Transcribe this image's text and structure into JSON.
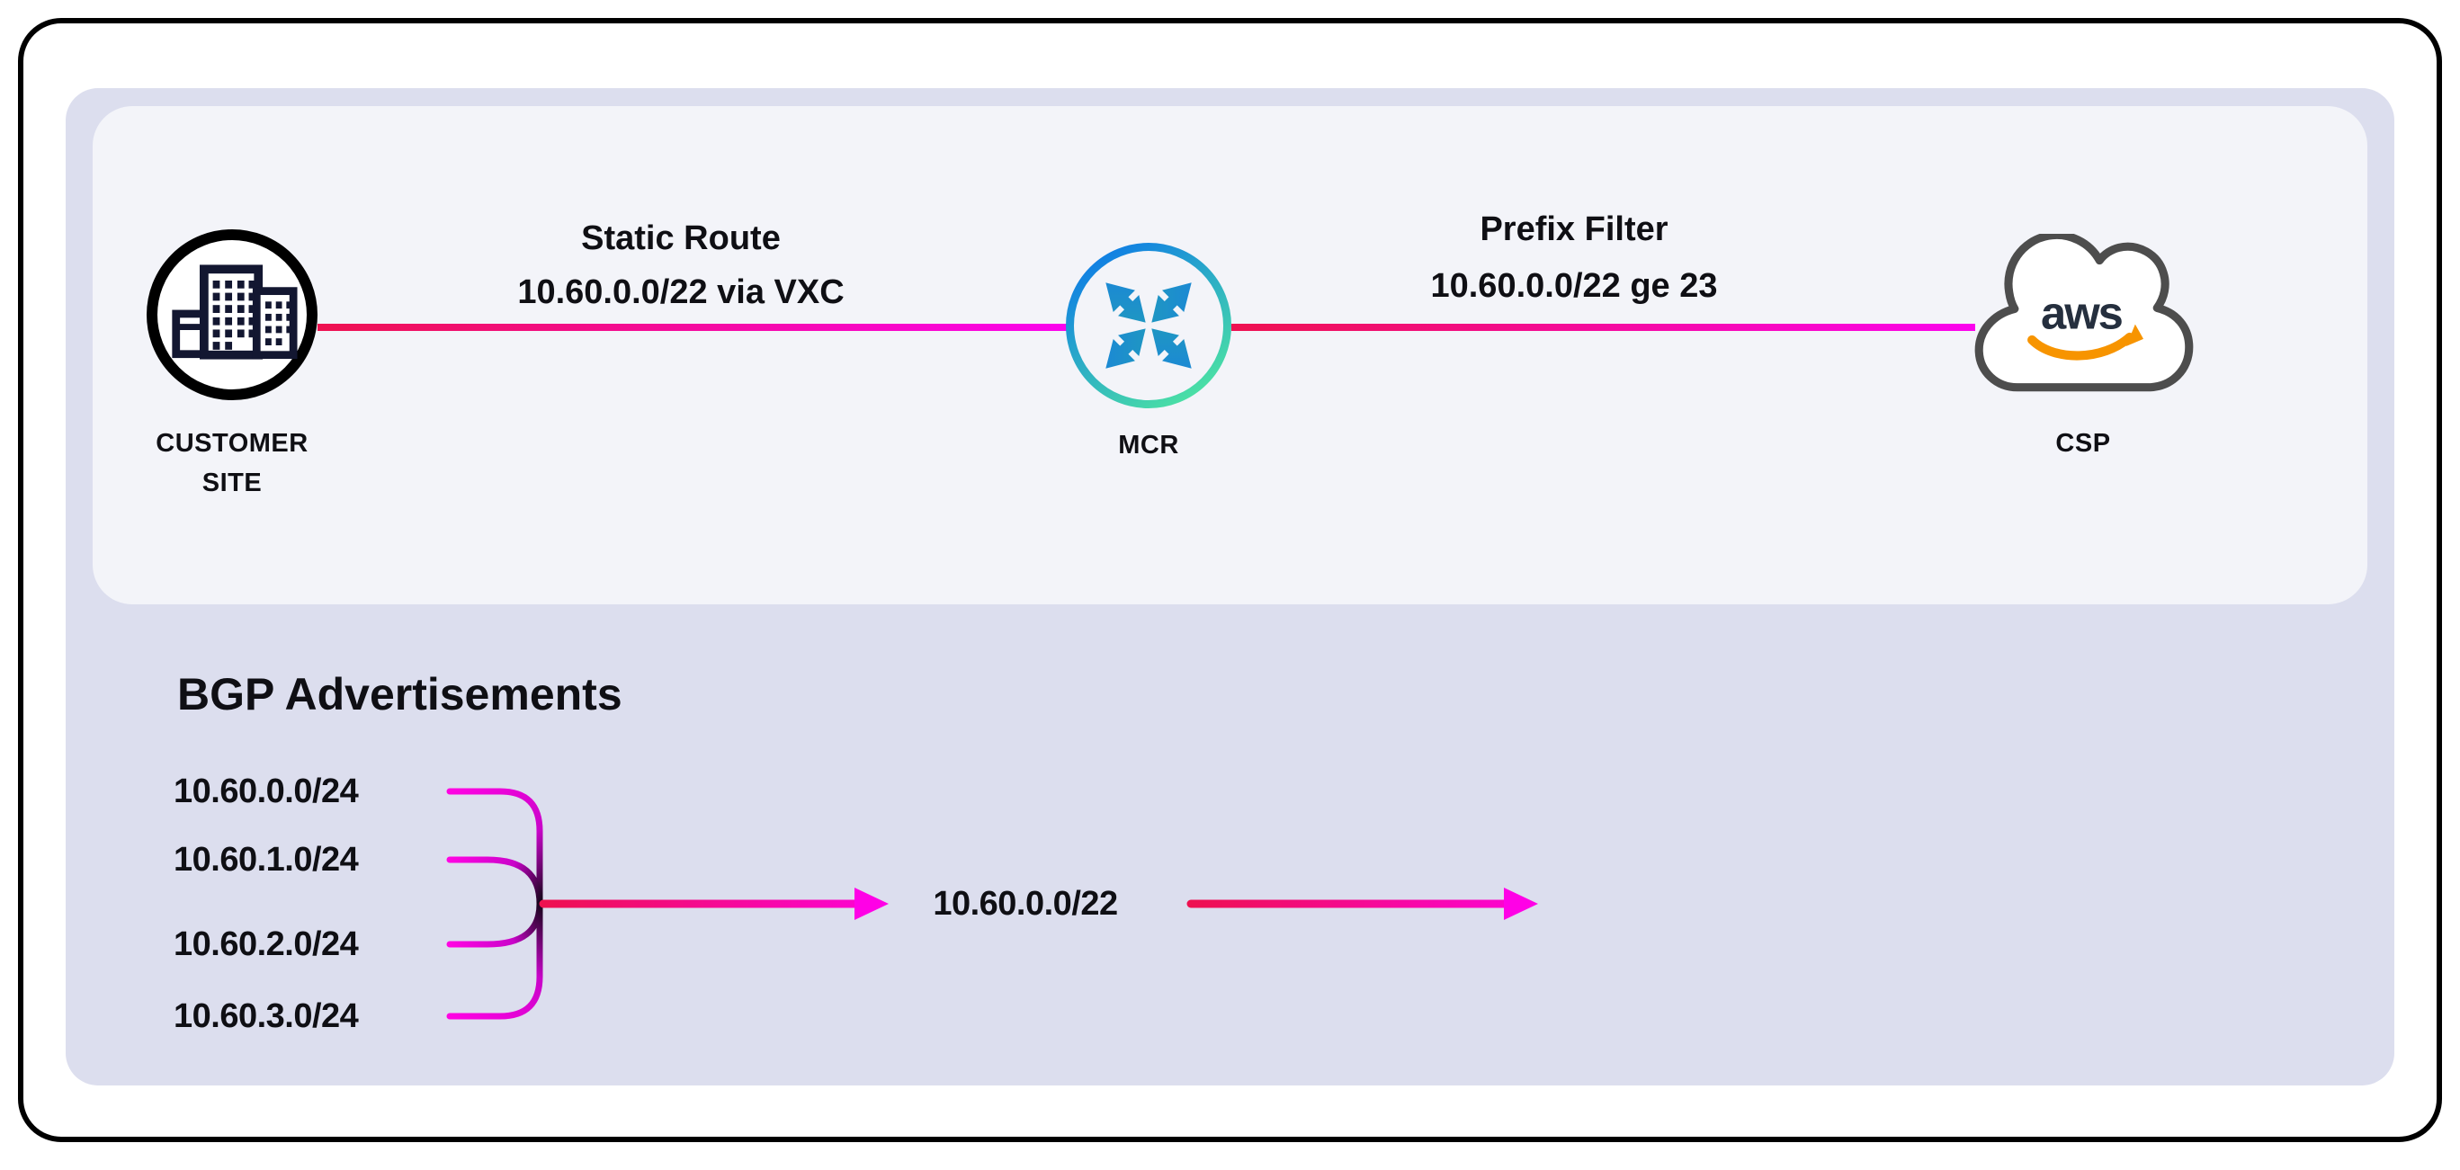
{
  "top_panel": {
    "customer_site": {
      "icon": "buildings-icon",
      "label_line1": "CUSTOMER",
      "label_line2": "SITE"
    },
    "mcr": {
      "icon": "mcr-router-icon",
      "label": "MCR"
    },
    "csp": {
      "icon": "aws-cloud-icon",
      "brand": "aws",
      "label": "CSP"
    },
    "static_route": {
      "title": "Static Route",
      "detail": "10.60.0.0/22 via VXC"
    },
    "prefix_filter": {
      "title": "Prefix Filter",
      "detail": "10.60.0.0/22 ge 23"
    }
  },
  "bgp_section": {
    "heading": "BGP Advertisements",
    "advertised_prefixes": [
      "10.60.0.0/24",
      "10.60.1.0/24",
      "10.60.2.0/24",
      "10.60.3.0/24"
    ],
    "aggregated_prefix": "10.60.0.0/22"
  },
  "colors": {
    "route_line_start": "#ee1150",
    "route_line_end": "#fb03ee",
    "bgp_line_magenta": "#ff04e2",
    "bgp_junction_dark": "#18041c",
    "mcr_ring_blue": "#0c78e8",
    "mcr_ring_green": "#4fe7a0",
    "mcr_arrow_blue": "#1b86d8",
    "mcr_arrow_teal": "#23a8ab",
    "building_navy": "#131731",
    "cloud_outline_gray": "#4d4d4d",
    "aws_orange": "#f79400",
    "panel_outer": "#dcdeee",
    "panel_inner": "#f3f4f9"
  }
}
